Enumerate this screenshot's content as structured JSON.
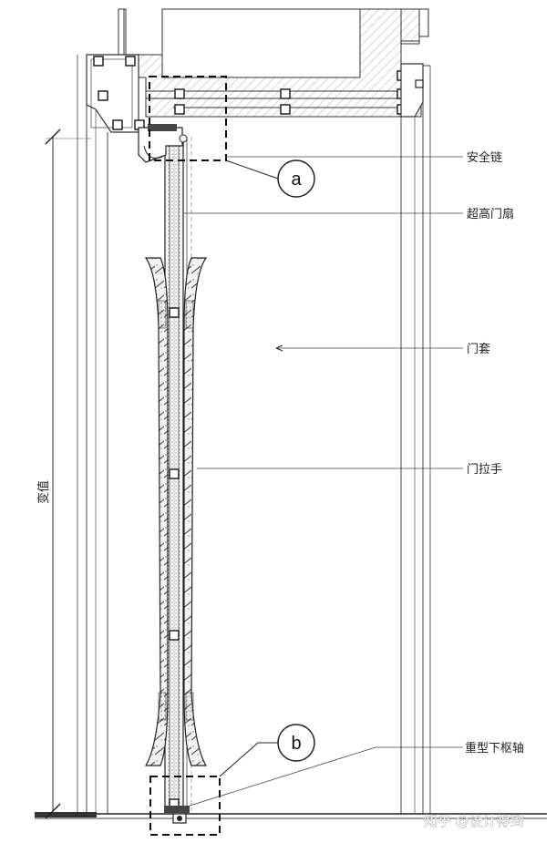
{
  "labels": {
    "safety_chain": "安全链",
    "door_leaf": "超高门扇",
    "door_frame": "门套",
    "door_handle": "门拉手",
    "pivot": "重型下枢轴"
  },
  "dimension": {
    "variable": "变值"
  },
  "details": {
    "a": "a",
    "b": "b"
  },
  "watermark": "知乎 @设计得到"
}
